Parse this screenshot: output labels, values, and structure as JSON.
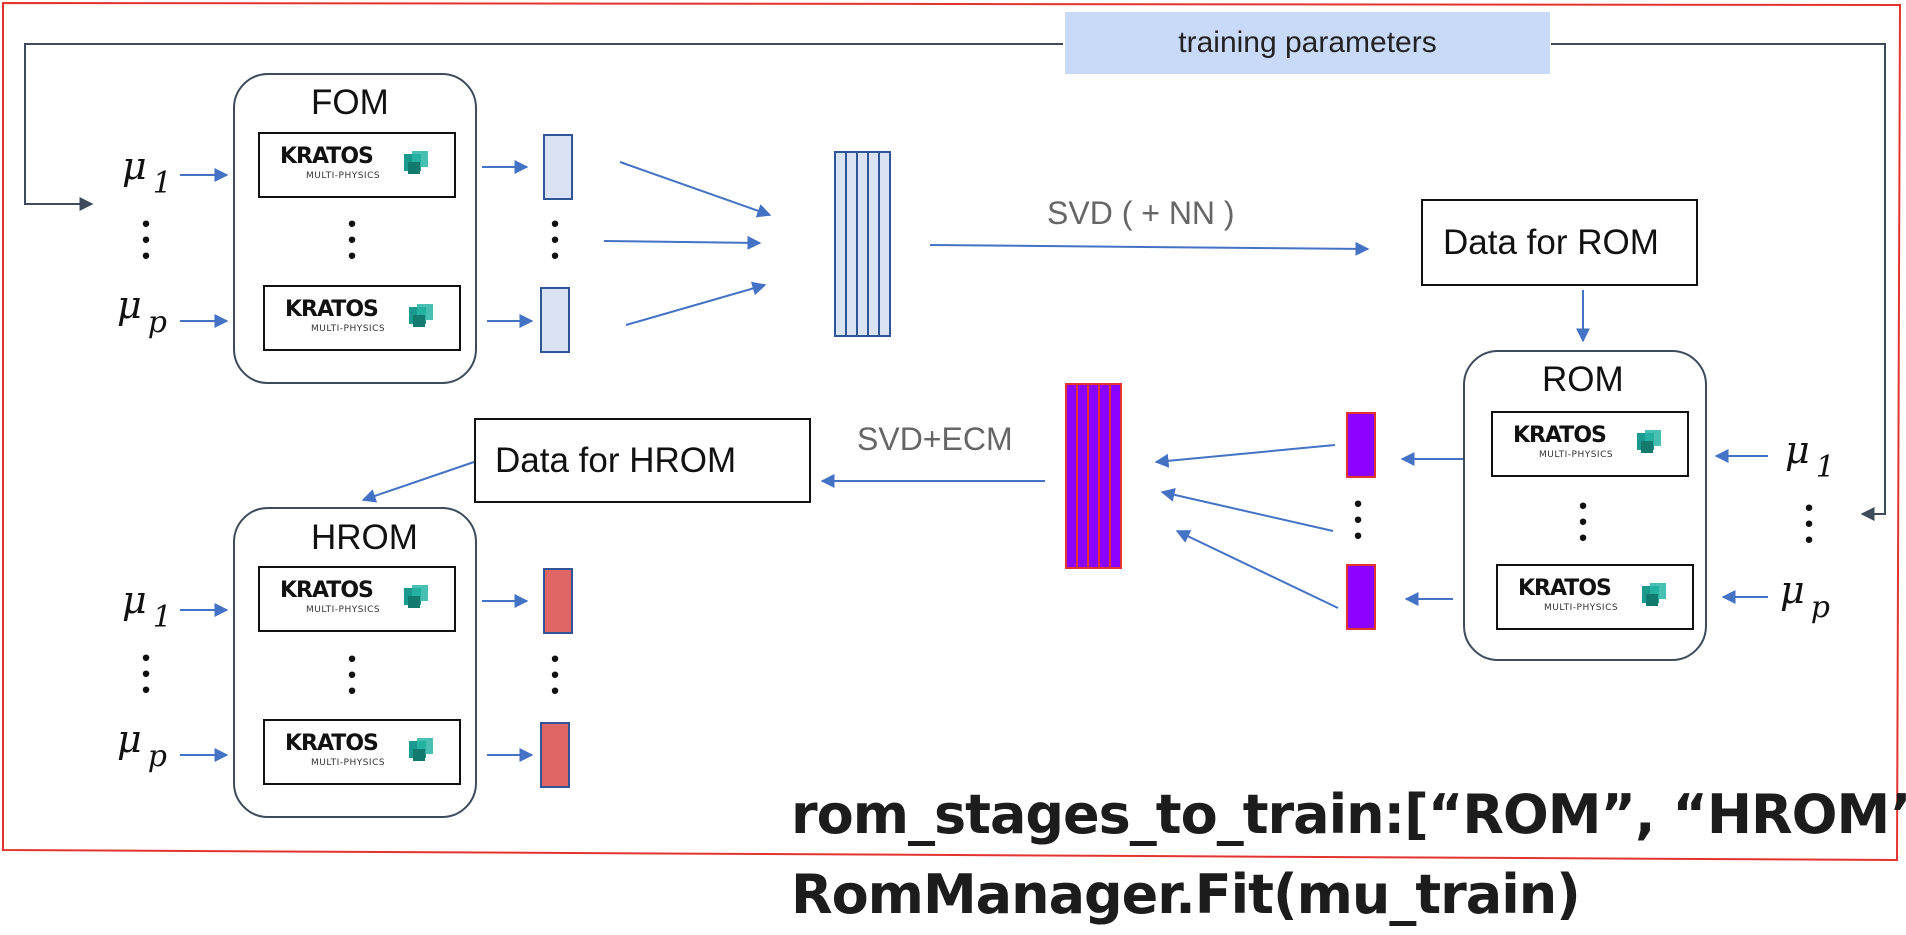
{
  "banner": {
    "training_parameters": "training parameters"
  },
  "fom": {
    "title": "FOM",
    "inputs": [
      {
        "symbol": "μ",
        "index": "1"
      },
      {
        "symbol": "μ",
        "index": "p"
      }
    ]
  },
  "rom": {
    "title": "ROM",
    "inputs": [
      {
        "symbol": "μ",
        "index": "1"
      },
      {
        "symbol": "μ",
        "index": "p"
      }
    ]
  },
  "hrom": {
    "title": "HROM",
    "inputs": [
      {
        "symbol": "μ",
        "index": "1"
      },
      {
        "symbol": "μ",
        "index": "p"
      }
    ]
  },
  "kratos_logo": {
    "name": "KRATOS",
    "tagline": "MULTI-PHYSICS",
    "icon": "kratos-cube-icon"
  },
  "data_boxes": {
    "rom_data": "Data for ROM",
    "hrom_data": "Data for HROM"
  },
  "arrow_labels": {
    "svd_nn": "SVD ( + NN )",
    "svd_ecm": "SVD+ECM"
  },
  "code": {
    "line1": "rom_stages_to_train:[“ROM”, “HROM”]",
    "line2": "RomManager.Fit(mu_train)"
  },
  "colors": {
    "frame": "#e3342f",
    "arrow": "#4472c4",
    "loop_line": "#3d4b5b",
    "fom_snapshot": "#dae3f3",
    "rom_snapshot": "#8b00ff",
    "hrom_snapshot": "#e06666",
    "banner": "#c9daf8",
    "kratos_teal": "#1a9a8e"
  }
}
